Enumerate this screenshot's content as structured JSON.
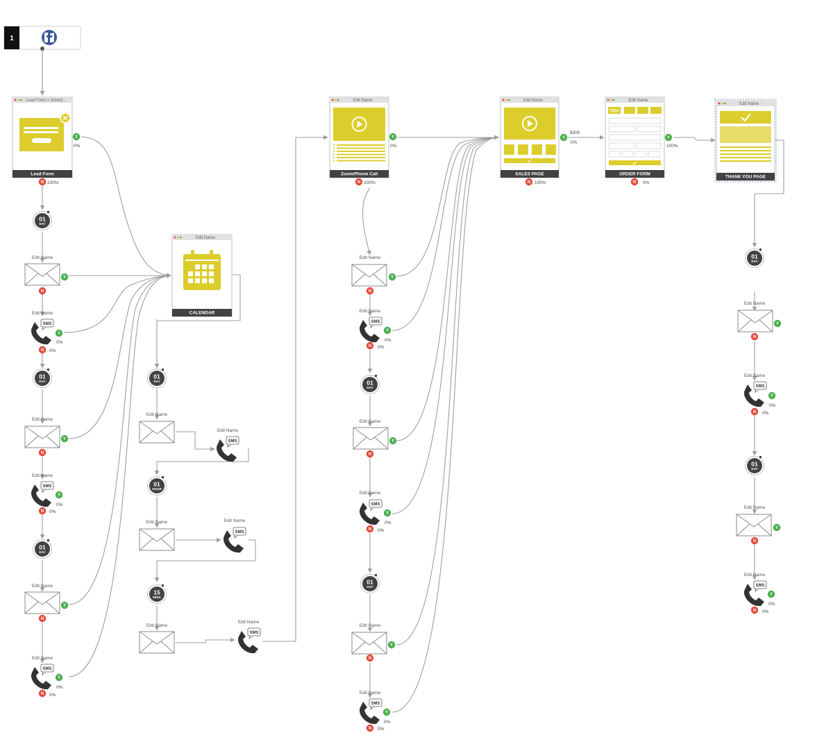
{
  "trigger": {
    "number": "1"
  },
  "labels": {
    "edit_name": "Edit Name"
  },
  "badges": {
    "yes": "Y",
    "no": "N"
  },
  "sms_label": "SMS",
  "stats": {
    "p0": "0%",
    "p100": "100%",
    "price": "$300"
  },
  "pages": {
    "lead_form": {
      "title": "Lead Form > Sched...",
      "footer": "Lead Form"
    },
    "calendar": {
      "title": "Edit Name",
      "footer": "CALENDAR"
    },
    "zoom": {
      "title": "Edit Name",
      "footer": "Zoom/Phone Call"
    },
    "sales": {
      "title": "Edit Name",
      "footer": "SALES PAGE"
    },
    "order": {
      "title": "Edit Name",
      "footer": "ORDER FORM",
      "card": "VISA"
    },
    "thankyou": {
      "title": "Edit Name",
      "footer": "THANK YOU PAGE"
    }
  },
  "timers": {
    "day": {
      "n": "01",
      "u": "DAY"
    },
    "hour": {
      "n": "01",
      "u": "HOUR"
    },
    "mins": {
      "n": "15",
      "u": "MINS"
    }
  },
  "colors": {
    "accent": "#dccd2c",
    "yes": "#4caf50",
    "no": "#e4483a",
    "dark": "#424242",
    "line": "#9e9e9e",
    "facebook": "#3b5998"
  }
}
